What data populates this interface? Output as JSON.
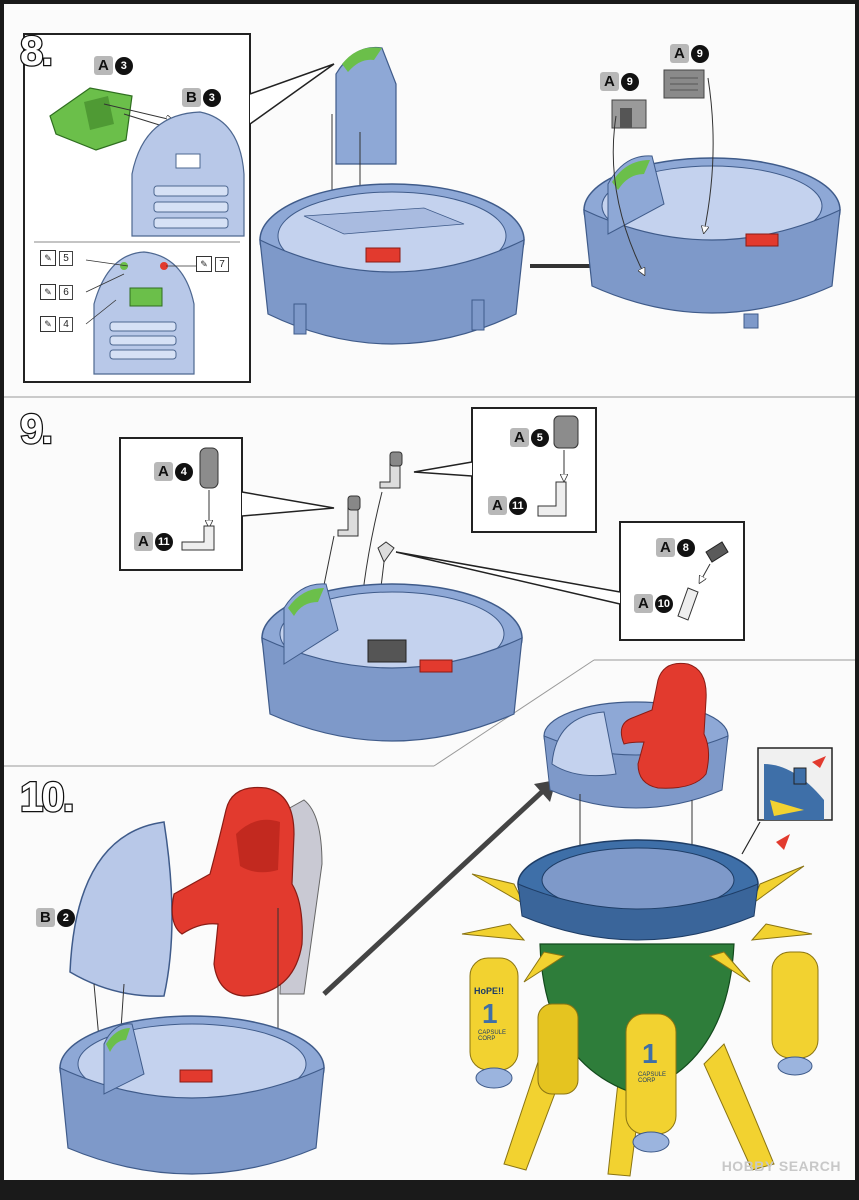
{
  "steps": {
    "s8": "8.",
    "s9": "9.",
    "s10": "10."
  },
  "parts": {
    "a3": {
      "letter": "A",
      "num": "3"
    },
    "b3": {
      "letter": "B",
      "num": "3"
    },
    "a9_left": {
      "letter": "A",
      "num": "9"
    },
    "a9_right": {
      "letter": "A",
      "num": "9"
    },
    "a4": {
      "letter": "A",
      "num": "4"
    },
    "a11_left": {
      "letter": "A",
      "num": "11"
    },
    "a5": {
      "letter": "A",
      "num": "5"
    },
    "a11_right": {
      "letter": "A",
      "num": "11"
    },
    "a8": {
      "letter": "A",
      "num": "8"
    },
    "a10": {
      "letter": "A",
      "num": "10"
    },
    "b2": {
      "letter": "B",
      "num": "2"
    }
  },
  "paint_codes": {
    "p5": "5",
    "p6": "6",
    "p4": "4",
    "p7": "7"
  },
  "decal_text": {
    "hopei": "HoPE!!",
    "capsule_corp": "CAPSULE CORP",
    "number": "1"
  },
  "watermark": "HOBBY SEARCH",
  "colors": {
    "body_blue": "#8ea8d6",
    "ring_blue": "#3e6fa8",
    "seat_red": "#e23a2e",
    "panel_green": "#6bbf4a",
    "booster_yellow": "#f2d230",
    "hull_green": "#2e7d3a"
  }
}
